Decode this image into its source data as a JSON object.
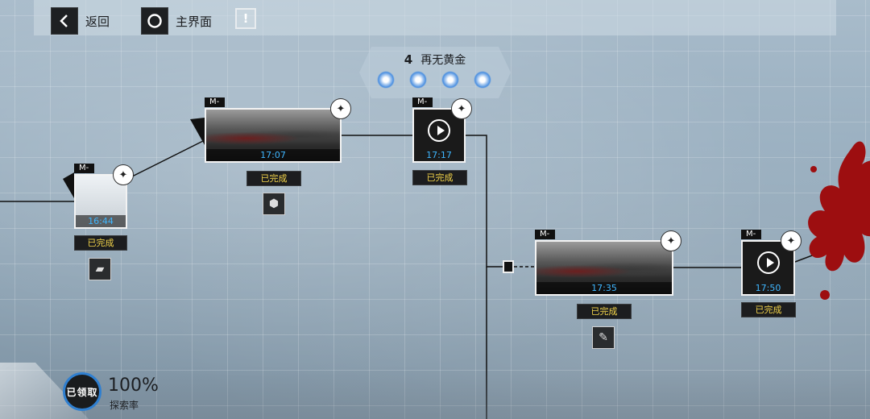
{
  "topbar": {
    "back_label": "返回",
    "home_label": "主界面",
    "info_icon": "exclamation-icon"
  },
  "chapter": {
    "number": "4",
    "title": "再无黄金",
    "badges": [
      "spiral-badge-icon",
      "triad-badge-icon",
      "shards-badge-icon",
      "wing-badge-icon"
    ]
  },
  "nodes": [
    {
      "id": "M-10",
      "time": "16:44",
      "status": "已完成",
      "type": "battle",
      "reward_icon": "device-icon"
    },
    {
      "id": "M-11",
      "time": "17:07",
      "status": "已完成",
      "type": "battle",
      "reward_icon": "armor-icon"
    },
    {
      "id": "M-12",
      "time": "17:17",
      "status": "已完成",
      "type": "story",
      "reward_icon": ""
    },
    {
      "id": "M-13",
      "time": "17:35",
      "status": "已完成",
      "type": "battle",
      "reward_icon": "gold-pen-icon"
    },
    {
      "id": "M-14",
      "time": "17:50",
      "status": "已完成",
      "type": "story",
      "reward_icon": ""
    }
  ],
  "exploration": {
    "claimed_label": "已领取",
    "percent": "100%",
    "label": "探索率"
  },
  "colors": {
    "time_text": "#3fb6ff",
    "status_text": "#f3d44a",
    "blood": "#9d0e10"
  }
}
